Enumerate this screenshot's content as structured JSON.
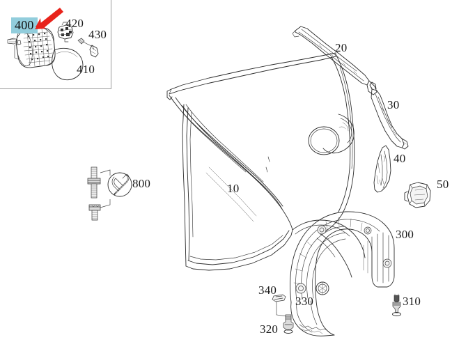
{
  "diagram": {
    "title": "Rear quarter panel and wheel housing liner exploded parts diagram",
    "background_color": "#ffffff",
    "line_color": "#2b2b2b",
    "highlight_color": "#92cddc",
    "arrow_color": "#e8231b"
  },
  "detail_box": {
    "name": "fuel-filler-detail-callout",
    "border_color": "#9a9a9a",
    "parts": [
      {
        "id": "400",
        "label": "400",
        "highlighted": true,
        "description": "fuel filler neck housing"
      },
      {
        "id": "420",
        "label": "420",
        "highlighted": false,
        "description": "retaining clip"
      },
      {
        "id": "430",
        "label": "430",
        "highlighted": false,
        "description": "screw fastener"
      },
      {
        "id": "410",
        "label": "410",
        "highlighted": false,
        "description": "filler cap seal ring"
      }
    ]
  },
  "main_parts": [
    {
      "id": "10",
      "label": "10",
      "description": "rear quarter side panel"
    },
    {
      "id": "20",
      "label": "20",
      "description": "upper roof rail reinforcement"
    },
    {
      "id": "30",
      "label": "30",
      "description": "rear pillar reinforcement bracket"
    },
    {
      "id": "40",
      "label": "40",
      "description": "inner reinforcement plate"
    },
    {
      "id": "50",
      "label": "50",
      "description": "vent grommet"
    },
    {
      "id": "300",
      "label": "300",
      "description": "rear wheel housing liner"
    },
    {
      "id": "310",
      "label": "310",
      "description": "expanding rivet fastener"
    },
    {
      "id": "320",
      "label": "320",
      "description": "plastic expansion nut"
    },
    {
      "id": "330",
      "label": "330",
      "description": "push-in clip"
    },
    {
      "id": "340",
      "label": "340",
      "description": "retaining bracket"
    },
    {
      "id": "800",
      "label": "800",
      "description": "mounting bolt set / service tool reference"
    }
  ],
  "icons": {
    "arrow": "red-arrow-icon",
    "tool": "wrench-circle-icon"
  }
}
